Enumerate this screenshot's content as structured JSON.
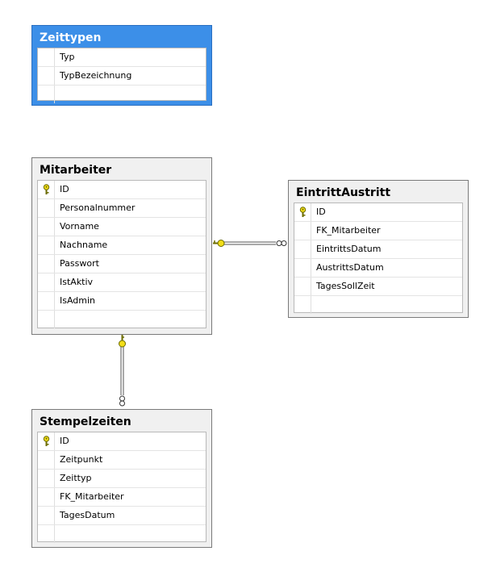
{
  "tables": {
    "zeittypen": {
      "title": "Zeittypen",
      "columns": [
        {
          "name": "Typ",
          "pk": false
        },
        {
          "name": "TypBezeichnung",
          "pk": false
        }
      ]
    },
    "mitarbeiter": {
      "title": "Mitarbeiter",
      "columns": [
        {
          "name": "ID",
          "pk": true
        },
        {
          "name": "Personalnummer",
          "pk": false
        },
        {
          "name": "Vorname",
          "pk": false
        },
        {
          "name": "Nachname",
          "pk": false
        },
        {
          "name": "Passwort",
          "pk": false
        },
        {
          "name": "IstAktiv",
          "pk": false
        },
        {
          "name": "IsAdmin",
          "pk": false
        }
      ]
    },
    "eintrittaustritt": {
      "title": "EintrittAustritt",
      "columns": [
        {
          "name": "ID",
          "pk": true
        },
        {
          "name": "FK_Mitarbeiter",
          "pk": false
        },
        {
          "name": "EintrittsDatum",
          "pk": false
        },
        {
          "name": "AustrittsDatum",
          "pk": false
        },
        {
          "name": "TagesSollZeit",
          "pk": false
        }
      ]
    },
    "stempelzeiten": {
      "title": "Stempelzeiten",
      "columns": [
        {
          "name": "ID",
          "pk": true
        },
        {
          "name": "Zeitpunkt",
          "pk": false
        },
        {
          "name": "Zeittyp",
          "pk": false
        },
        {
          "name": "FK_Mitarbeiter",
          "pk": false
        },
        {
          "name": "TagesDatum",
          "pk": false
        }
      ]
    }
  },
  "colors": {
    "selected_header": "#3c8fe8",
    "key_icon": "#e8d200",
    "line": "#555555"
  },
  "icons": {
    "primary_key": "key-icon",
    "one_end": "key-icon",
    "many_end": "infinity-icon"
  }
}
